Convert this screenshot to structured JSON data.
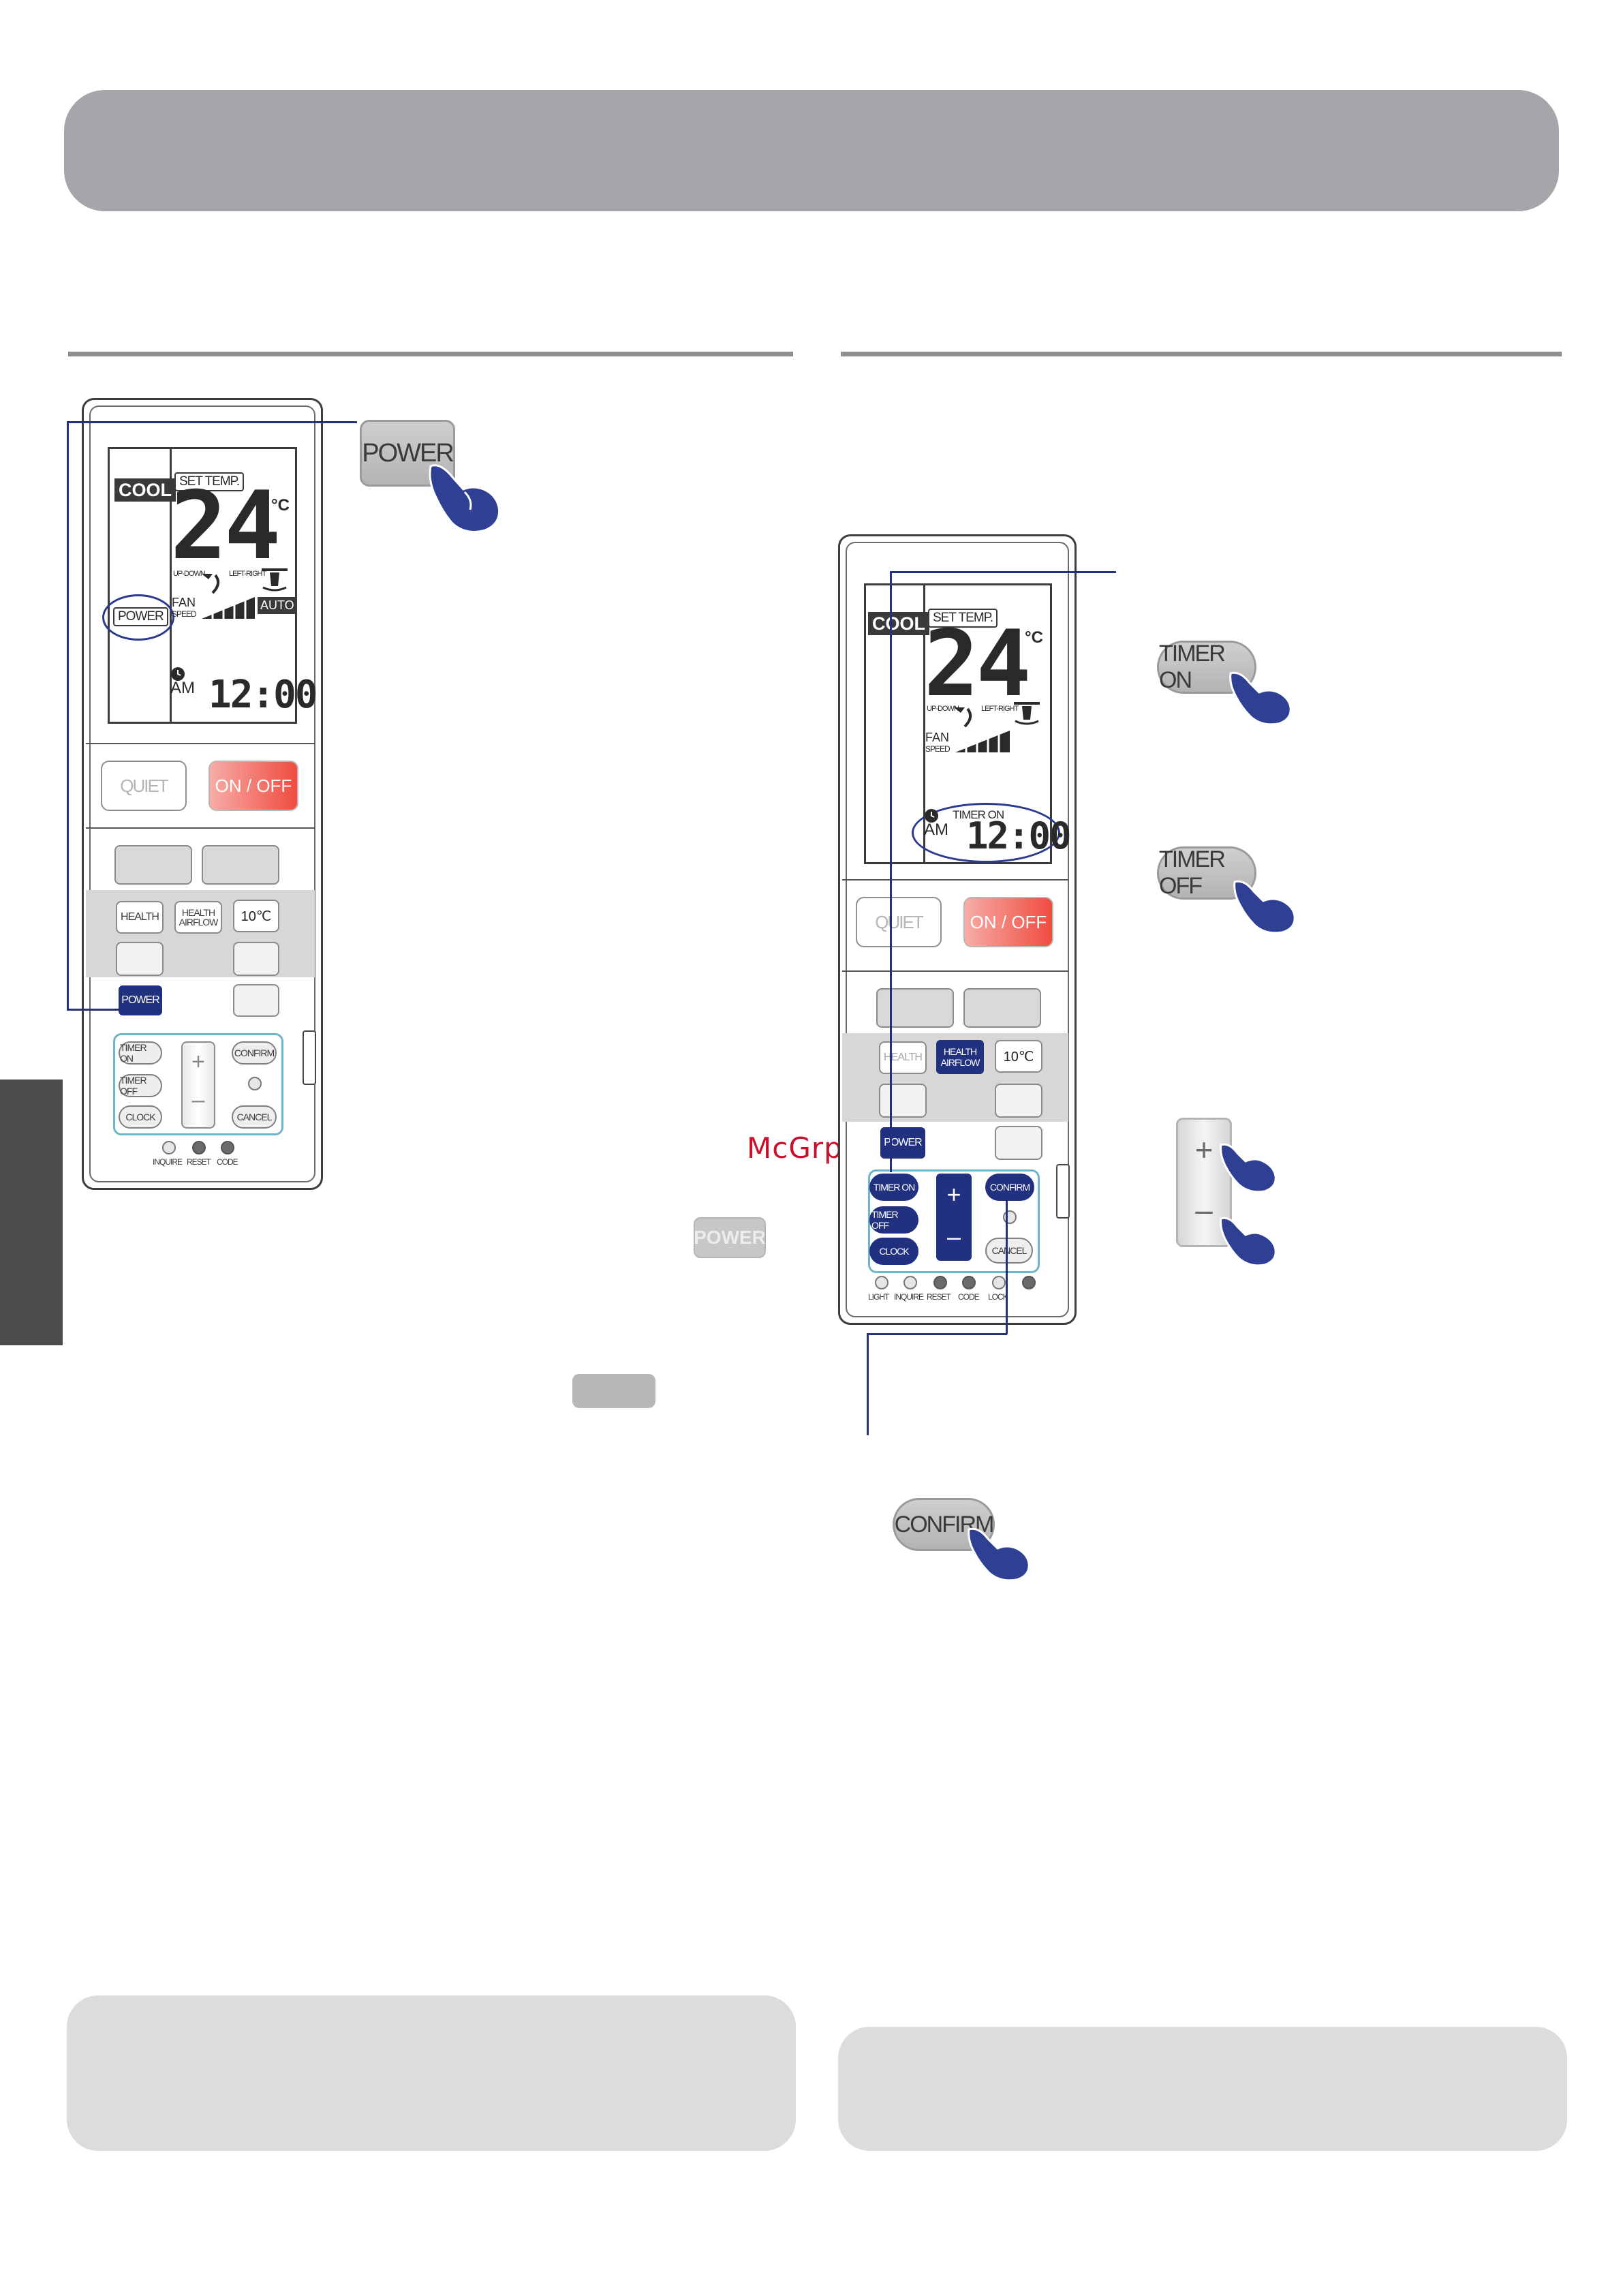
{
  "watermark": "McGrp.Ru",
  "left_remote": {
    "lcd": {
      "mode": "COOL",
      "set_temp_label": "SET TEMP.",
      "temperature": "24",
      "unit": "°C",
      "updown_label": "UP-DOWN",
      "leftright_label": "LEFT-RIGHT",
      "power_label": "POWER",
      "fan_label": "FAN",
      "speed_label": "SPEED",
      "auto_label": "AUTO",
      "am_label": "AM",
      "clock": "12:00"
    },
    "buttons": {
      "quiet": "QUIET",
      "onoff": "ON / OFF",
      "health": "HEALTH",
      "health_airflow": "HEALTH AIRFLOW",
      "ten_c": "10℃",
      "power": "POWER",
      "timer_on": "TIMER ON",
      "timer_off": "TIMER OFF",
      "clock": "CLOCK",
      "plus": "+",
      "minus": "–",
      "confirm": "CONFIRM",
      "cancel": "CANCEL"
    },
    "indicators": [
      "INQUIRE",
      "RESET",
      "CODE"
    ]
  },
  "right_remote": {
    "lcd": {
      "mode": "COOL",
      "set_temp_label": "SET TEMP.",
      "temperature": "24",
      "unit": "°C",
      "updown_label": "UP-DOWN",
      "leftright_label": "LEFT-RIGHT",
      "fan_label": "FAN",
      "speed_label": "SPEED",
      "timer_on_label": "TIMER ON",
      "am_label": "AM",
      "clock": "12:00"
    },
    "buttons": {
      "quiet": "QUIET",
      "onoff": "ON / OFF",
      "health": "HEALTH",
      "health_airflow": "HEALTH AIRFLOW",
      "ten_c": "10℃",
      "power": "POWER",
      "timer_on": "TIMER ON",
      "timer_off": "TIMER OFF",
      "clock": "CLOCK",
      "plus": "+",
      "minus": "–",
      "confirm": "CONFIRM",
      "cancel": "CANCEL"
    },
    "indicators": [
      "LIGHT",
      "INQUIRE",
      "RESET",
      "CODE",
      "LOCK"
    ]
  },
  "callouts": {
    "power": "POWER",
    "power_small": "POWER",
    "timer_on": "TIMER ON",
    "timer_off": "TIMER OFF",
    "plus": "+",
    "minus": "–",
    "confirm": "CONFIRM"
  },
  "icons": {
    "hand": "pointing-hand-icon"
  },
  "colors": {
    "navy": "#223080",
    "header_gray": "#a5a6a9",
    "note_gray": "#dcdcde",
    "onoff_red": "#ef4c40"
  }
}
